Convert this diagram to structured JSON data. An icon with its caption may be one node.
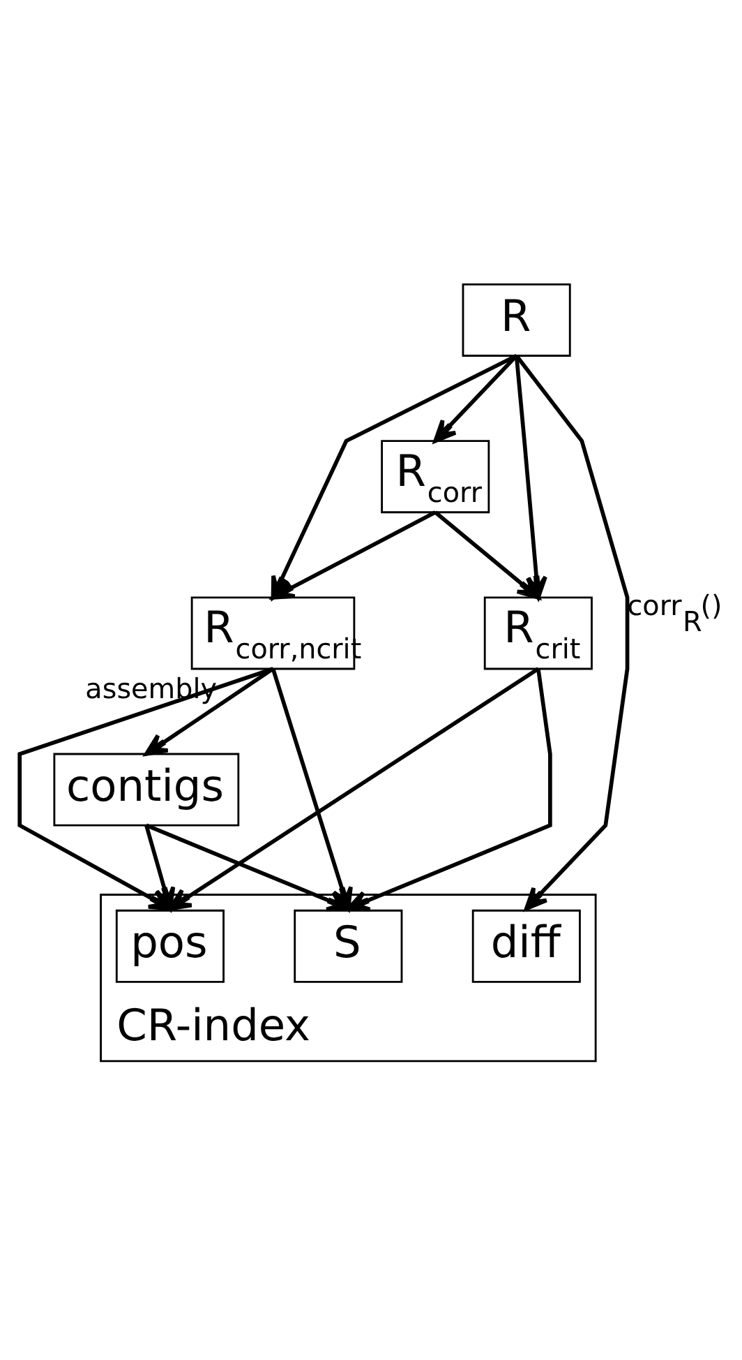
{
  "diagram": {
    "nodes": [
      {
        "text": [
          "R"
        ]
      },
      {
        "text": [
          "R$_{corr}$"
        ]
      },
      {
        "text": [
          "R$_{corr,ncrit}$"
        ]
      },
      {
        "text": [
          "R$_{crit}$"
        ]
      },
      {
        "text": [
          "contigs"
        ]
      },
      {
        "text": [
          "CR-index"
        ]
      },
      {
        "text": [
          "diff"
        ],
        "in": 5
      },
      {
        "text": [
          "pos"
        ],
        "in": 5
      },
      {
        "text": [
          "S"
        ],
        "in": 5
      }
    ],
    "edges": [
      {
        "from": 0,
        "to": 6,
        "arrow": "to",
        "label": "corr$_{R}$()"
      },
      {
        "from": 0,
        "to": 1,
        "arrow": "to"
      },
      {
        "from": 0,
        "to": 2,
        "arrow": "to"
      },
      {
        "from": 0,
        "to": 3,
        "arrow": "to"
      },
      {
        "from": 1,
        "to": 2,
        "arrow": "to"
      },
      {
        "from": 1,
        "to": 3,
        "arrow": "to"
      },
      {
        "from": 2,
        "to": 4,
        "arrow": "to",
        "label": "assembly"
      },
      {
        "from": 4,
        "to": 7,
        "arrow": "to"
      },
      {
        "from": 4,
        "to": 8,
        "arrow": "to"
      },
      {
        "from": 2,
        "to": 7,
        "arrow": "to"
      },
      {
        "from": 2,
        "to": 8,
        "arrow": "to"
      },
      {
        "from": 3,
        "to": 7,
        "arrow": "to"
      },
      {
        "from": 3,
        "to": 8,
        "arrow": "to"
      }
    ]
  }
}
